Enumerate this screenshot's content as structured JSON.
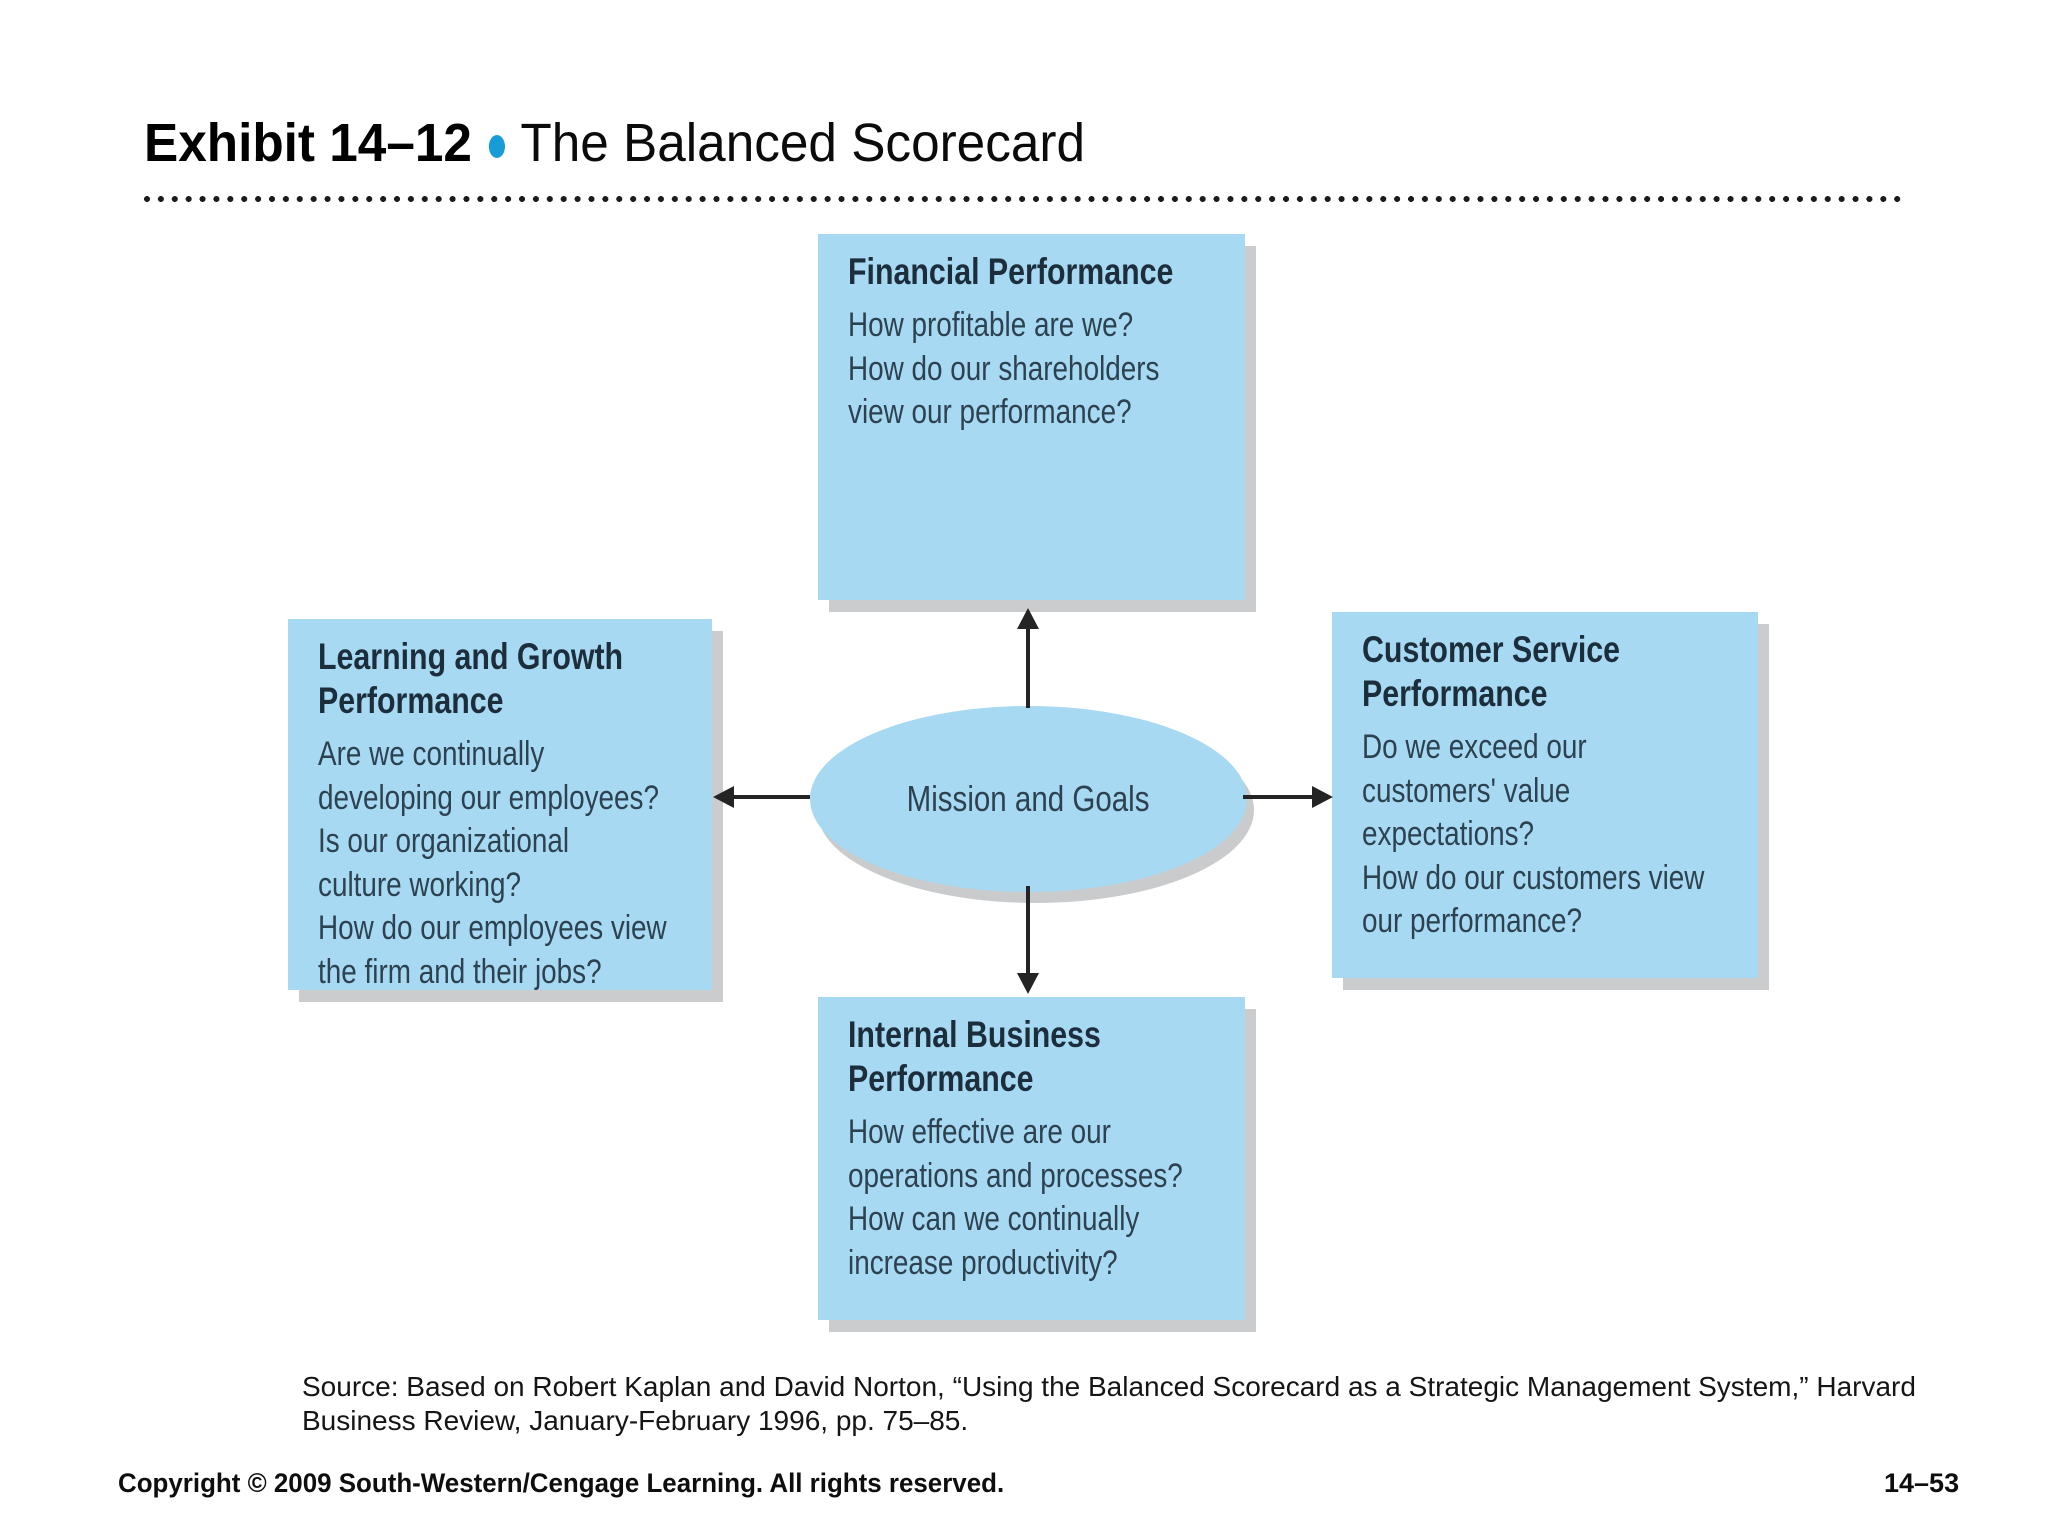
{
  "title": {
    "exhibit_label": "Exhibit 14–12",
    "bullet_icon": "dot-icon",
    "title_text": "The Balanced Scorecard"
  },
  "diagram": {
    "center_ellipse": {
      "label": "Mission and Goals"
    },
    "boxes": {
      "financial": {
        "heading": "Financial Performance",
        "body": "How profitable are we?\nHow do our shareholders\nview our performance?"
      },
      "learning": {
        "heading": "Learning and Growth\nPerformance",
        "body": "Are we continually\ndeveloping our employees?\nIs our organizational\nculture working?\nHow do our employees view\nthe firm and their jobs?"
      },
      "customer": {
        "heading": "Customer Service\nPerformance",
        "body": "Do we exceed our\ncustomers' value\nexpectations?\nHow do our customers view\nour performance?"
      },
      "internal": {
        "heading": "Internal Business\nPerformance",
        "body": "How effective are our\noperations and processes?\nHow can we continually\nincrease productivity?"
      }
    },
    "icons": {
      "up_arrow": "up-arrow-icon",
      "down_arrow": "down-arrow-icon",
      "left_arrow": "left-arrow-icon",
      "right_arrow": "right-arrow-icon"
    }
  },
  "source_note": "Source: Based on Robert Kaplan and David Norton, “Using the Balanced Scorecard as a Strategic Management System,” Harvard\nBusiness Review, January-February 1996, pp. 75–85.",
  "footer": {
    "copyright": "Copyright © 2009 South-Western/Cengage Learning. All rights reserved.",
    "page_number": "14–53"
  },
  "colors": {
    "box_fill": "#a8d9f2",
    "box_shadow": "#cacccd",
    "heading_text": "#1c2e3c",
    "body_text": "#2d4250",
    "bullet_accent": "#189cd8",
    "arrow": "#242424"
  }
}
